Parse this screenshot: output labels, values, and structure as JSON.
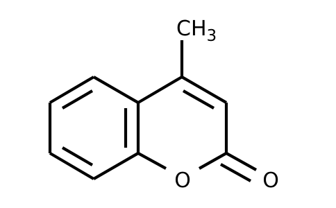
{
  "molecule": {
    "labels": {
      "methyl_c": "CH",
      "methyl_sub": "3",
      "ring_oxygen": "O",
      "carbonyl_oxygen": "O"
    }
  }
}
